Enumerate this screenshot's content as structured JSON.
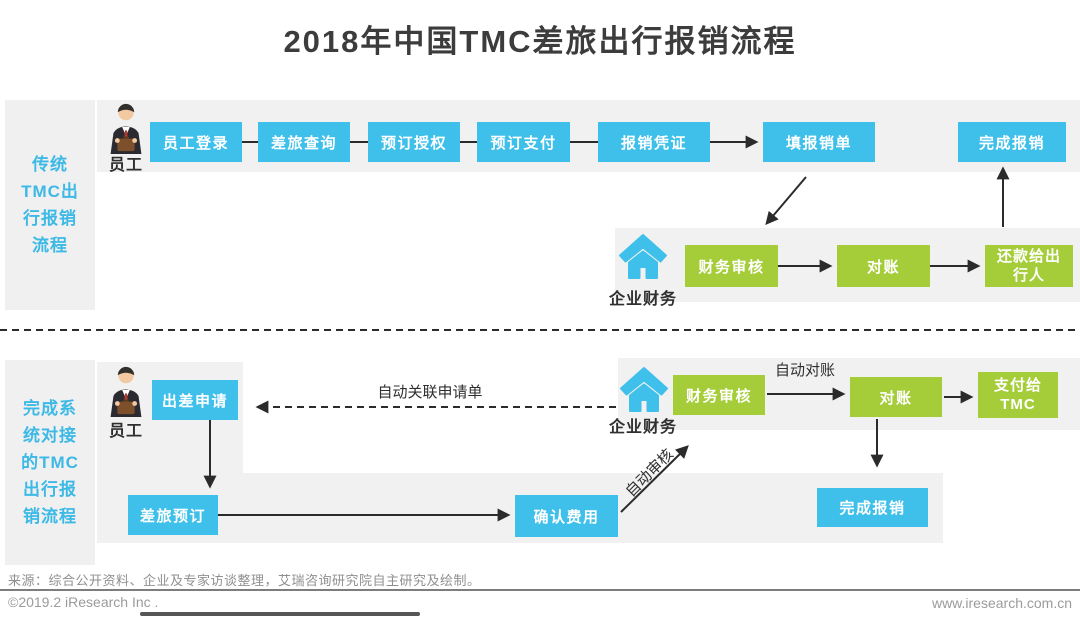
{
  "page": {
    "title": "2018年中国TMC差旅出行报销流程"
  },
  "colors": {
    "box_blue": "#3fc0eb",
    "box_green": "#a5cd39",
    "panel_gray": "#f1f1f2",
    "sidebar_text": "#3db9e6",
    "arrow": "#2b2b2b"
  },
  "icons": {
    "employee": "businessman-icon",
    "finance": "house-icon"
  },
  "traditional": {
    "sidebar": {
      "lines": [
        "传统",
        "TMC出",
        "行报销",
        "流程"
      ]
    },
    "employee_label": "员工",
    "finance_label": "企业财务",
    "steps": {
      "login": "员工登录",
      "query": "差旅查询",
      "authorize": "预订授权",
      "pay": "预订支付",
      "voucher": "报销凭证",
      "fill_form": "填报销单",
      "complete": "完成报销",
      "audit": "财务审核",
      "reconcile": "对账",
      "repay": {
        "line1": "还款给出",
        "line2": "行人"
      }
    }
  },
  "integrated": {
    "sidebar": {
      "lines": [
        "完成系",
        "统对接",
        "的TMC",
        "出行报",
        "销流程"
      ]
    },
    "employee_label": "员工",
    "finance_label": "企业财务",
    "steps": {
      "apply": "出差申请",
      "book": "差旅预订",
      "confirm": "确认费用",
      "audit": "财务审核",
      "reconcile": "对账",
      "pay": {
        "line1": "支付给",
        "line2": "TMC"
      },
      "complete": "完成报销"
    },
    "annotations": {
      "auto_link": "自动关联申请单",
      "auto_reconcile": "自动对账",
      "auto_audit": "自动审核"
    }
  },
  "footer": {
    "source": "来源：综合公开资料、企业及专家访谈整理，艾瑞咨询研究院自主研究及绘制。",
    "copyright": "©2019.2 iResearch Inc .",
    "website": "www.iresearch.com.cn"
  }
}
